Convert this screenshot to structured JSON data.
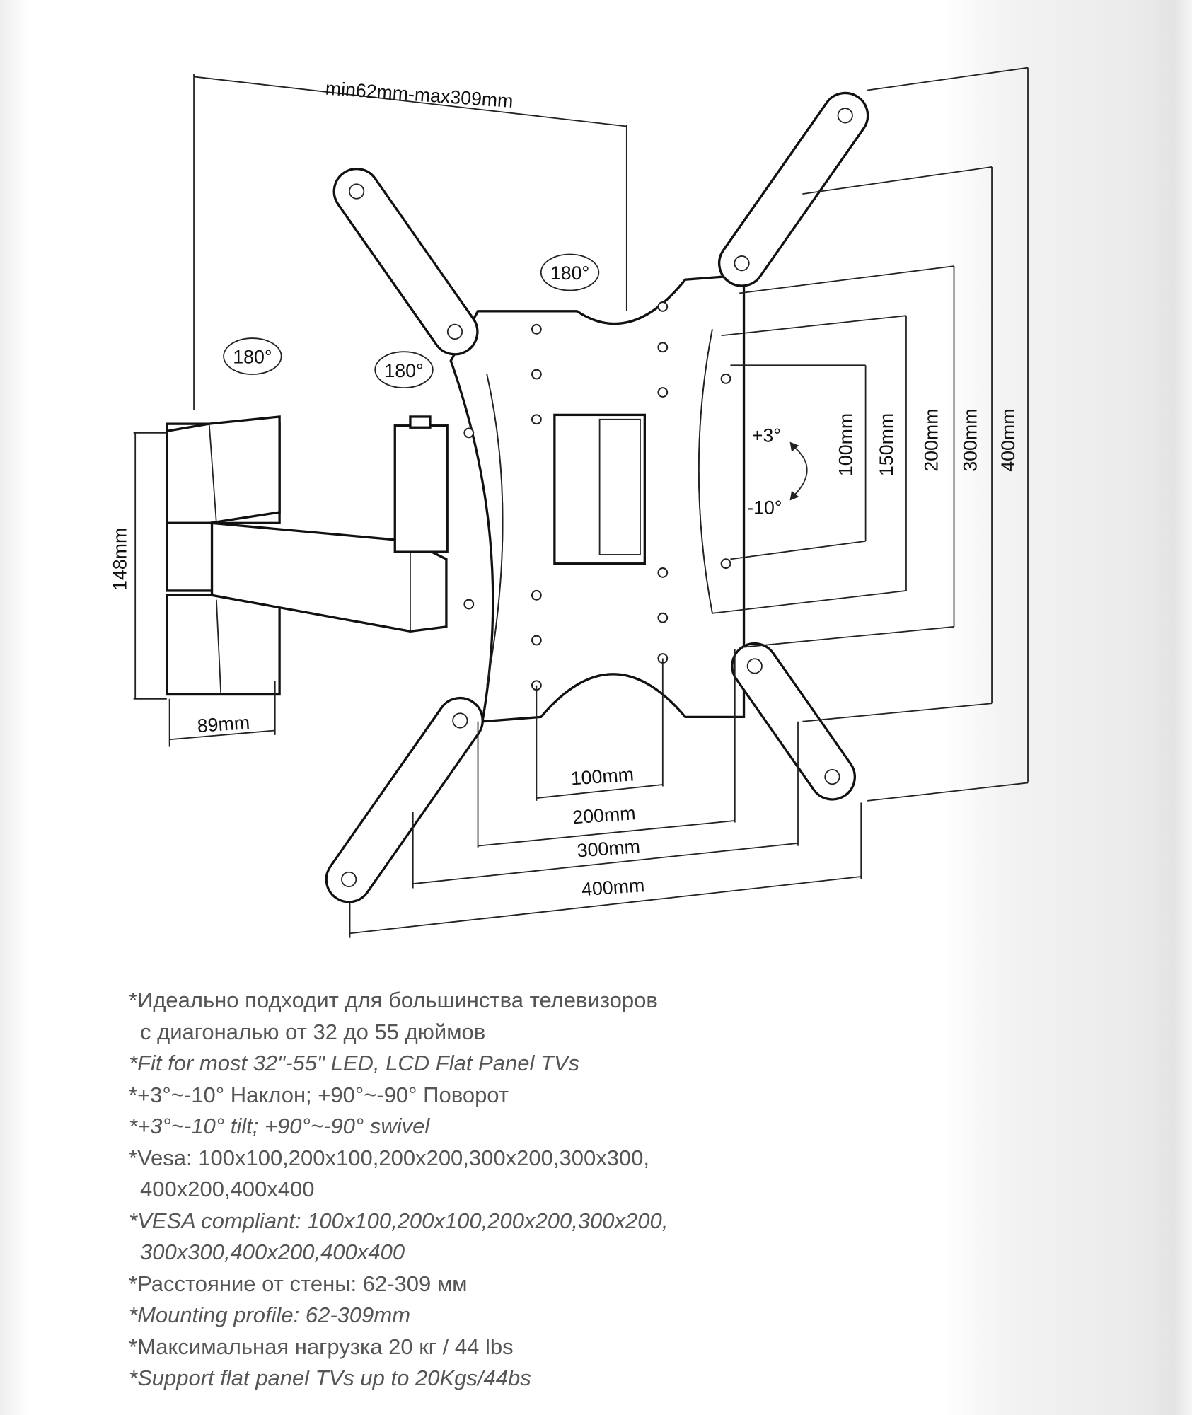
{
  "dimensions": {
    "depth_range": "min62mm-max309mm",
    "wall_plate_height": "148mm",
    "wall_plate_width": "89mm",
    "rotation_1": "180°",
    "rotation_2": "180°",
    "rotation_3": "180°",
    "tilt_up": "+3°",
    "tilt_down": "-10°",
    "vertical": [
      "100mm",
      "150mm",
      "200mm",
      "300mm",
      "400mm"
    ],
    "horizontal": [
      "100mm",
      "200mm",
      "300mm",
      "400mm"
    ]
  },
  "specs": [
    "*Идеально подходит для большинства телевизоров",
    "с диагональю от 32 до 55 дюймов",
    "*Fit for most 32\"-55\" LED, LCD Flat Panel TVs",
    "*+3°~-10° Наклон; +90°~-90° Поворот",
    "*+3°~-10° tilt; +90°~-90° swivel",
    "*Vesa: 100x100,200x100,200x200,300x200,300x300,",
    "400x200,400x400",
    "*VESA compliant: 100x100,200x100,200x200,300x200,",
    "300x300,400x200,400x400",
    "*Расстояние от стены: 62-309 мм",
    "*Mounting profile: 62-309mm",
    "*Максимальная нагрузка 20 кг / 44 lbs",
    "*Support flat panel TVs up to 20Kgs/44bs"
  ]
}
